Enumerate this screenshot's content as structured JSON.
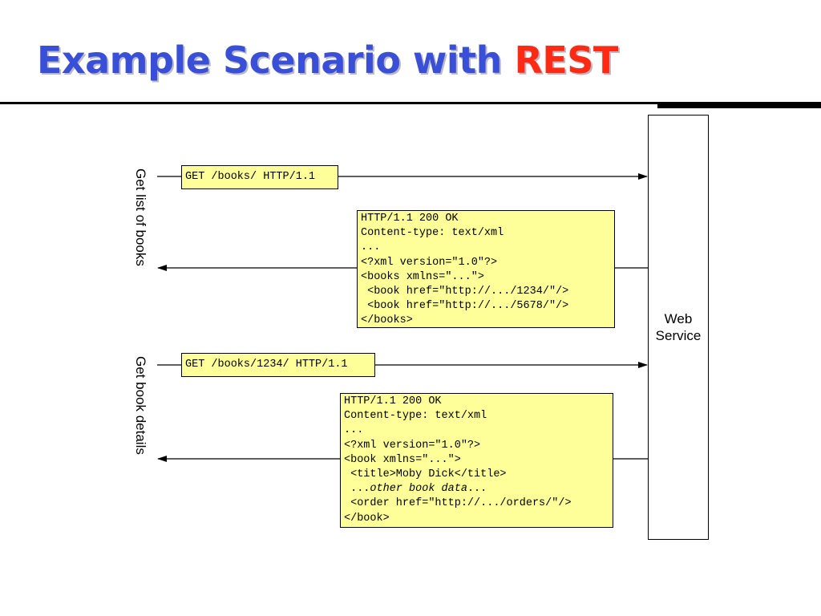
{
  "title": {
    "main": "Example Scenario with ",
    "accent": "REST"
  },
  "web_service": {
    "line1": "Web",
    "line2": "Service"
  },
  "side_labels": {
    "list_books": "Get list of books",
    "book_details": "Get book details"
  },
  "request1": {
    "text": "GET /books/ HTTP/1.1"
  },
  "response1": {
    "lines": [
      "HTTP/1.1 200 OK",
      "Content-type: text/xml",
      "...",
      "<?xml version=\"1.0\"?>",
      "<books xmlns=\"...\">",
      " <book href=\"http://.../1234/\"/>",
      " <book href=\"http://.../5678/\"/>",
      "</books>"
    ]
  },
  "request2": {
    "text": "GET /books/1234/ HTTP/1.1"
  },
  "response2": {
    "lines": [
      "HTTP/1.1 200 OK",
      "Content-type: text/xml",
      "...",
      "<?xml version=\"1.0\"?>",
      "<book xmlns=\"...\">",
      " <title>Moby Dick</title>",
      " ",
      " <order href=\"http://.../orders/\"/>",
      "</book>"
    ],
    "ellipsis_open": "...",
    "italic_text": "other book data",
    "ellipsis_close": "..."
  },
  "colors": {
    "title_blue": "#3a4fd8",
    "title_red": "#ff2a14",
    "message_fill": "#ffff99"
  }
}
